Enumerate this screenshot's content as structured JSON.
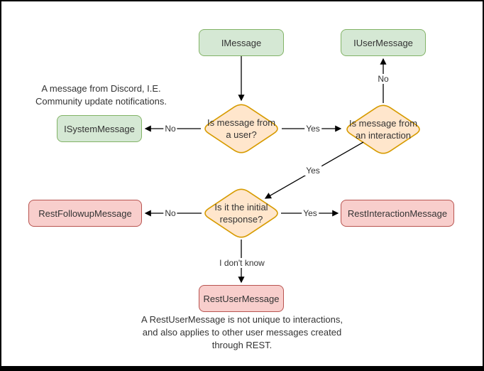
{
  "colors": {
    "green_fill": "#d5e8d4",
    "green_stroke": "#82b366",
    "orange_fill": "#ffe6cc",
    "orange_stroke": "#d79b00",
    "red_fill": "#f8cecc",
    "red_stroke": "#b85450",
    "line": "#000000",
    "text": "#333333"
  },
  "nodes": {
    "imessage": {
      "label": "IMessage"
    },
    "iusermessage": {
      "label": "IUserMessage"
    },
    "isystemmessage": {
      "label": "ISystemMessage"
    },
    "q_user": {
      "label": "Is message from a user?"
    },
    "q_interaction": {
      "label": "Is message from an interaction"
    },
    "q_initial": {
      "label": "Is it the initial response?"
    },
    "restfollowup": {
      "label": "RestFollowupMessage"
    },
    "restinteraction": {
      "label": "RestInteractionMessage"
    },
    "restuser": {
      "label": "RestUserMessage"
    }
  },
  "edge_labels": {
    "user_no": "No",
    "user_yes": "Yes",
    "interaction_no": "No",
    "interaction_yes": "Yes",
    "initial_no": "No",
    "initial_yes": "Yes",
    "initial_unknown": "I don't know"
  },
  "annotations": {
    "system_note": [
      "A message from Discord, I.E.",
      "Community update notifications."
    ],
    "restuser_note": [
      "A RestUserMessage is not unique to interactions,",
      "and also applies to other user messages created",
      "through REST."
    ]
  }
}
